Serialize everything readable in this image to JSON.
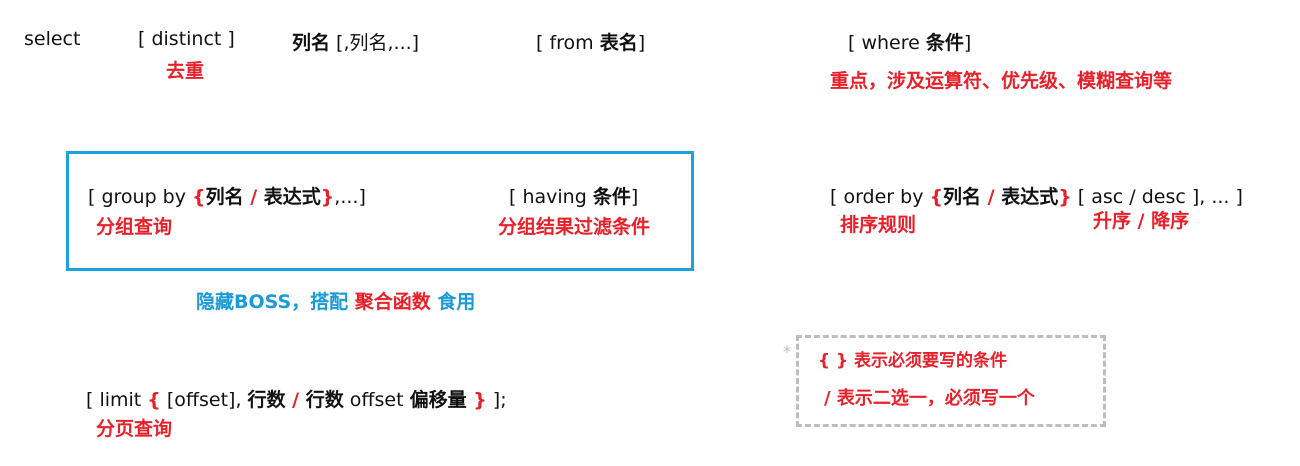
{
  "row1": {
    "select": "select",
    "distinct": "[ distinct ]",
    "distinct_note": "去重",
    "columns": "列名",
    "columns_rest": " [,列名,...]",
    "from_open": "[ from ",
    "from_table": "表名",
    "from_close": "]",
    "where_open": "[ where ",
    "where_cond": "条件",
    "where_close": "]",
    "where_note": "重点，涉及运算符、优先级、模糊查询等"
  },
  "group_by": {
    "open": "[ group by ",
    "brace_open": "{",
    "col": "列名",
    "slash": " / ",
    "expr": "表达式",
    "brace_close": "}",
    "rest": ",...]",
    "note": "分组查询"
  },
  "having": {
    "open": "[ having ",
    "cond": "条件",
    "close": "]",
    "note": "分组结果过滤条件"
  },
  "hidden_boss": {
    "part1": "隐藏BOSS，搭配 ",
    "part2": "聚合函数",
    "part3": " 食用"
  },
  "order_by": {
    "open": "[ order by ",
    "brace_open": "{",
    "col": "列名",
    "slash": " / ",
    "expr": "表达式",
    "brace_close": "}",
    "rest": " [ asc / desc ], ... ]",
    "note": "排序规则",
    "asc_desc_note": "升序 / 降序"
  },
  "limit": {
    "open": "[ limit ",
    "brace_open": "{",
    "offset": " [offset], ",
    "rows1": "行数",
    "slash": " / ",
    "rows2": "行数",
    "offset_kw": " offset ",
    "offset_amount": "偏移量",
    "brace_close": " }",
    "close": " ];",
    "note": "分页查询"
  },
  "legend": {
    "star": "*",
    "line1": "{ } 表示必须要写的条件",
    "line2": "/ 表示二选一，必须写一个"
  },
  "colors": {
    "red": "#e8202a",
    "blue": "#1a9bd7",
    "box_blue": "#1aa3dc",
    "dash_gray": "#bdbdbd"
  }
}
